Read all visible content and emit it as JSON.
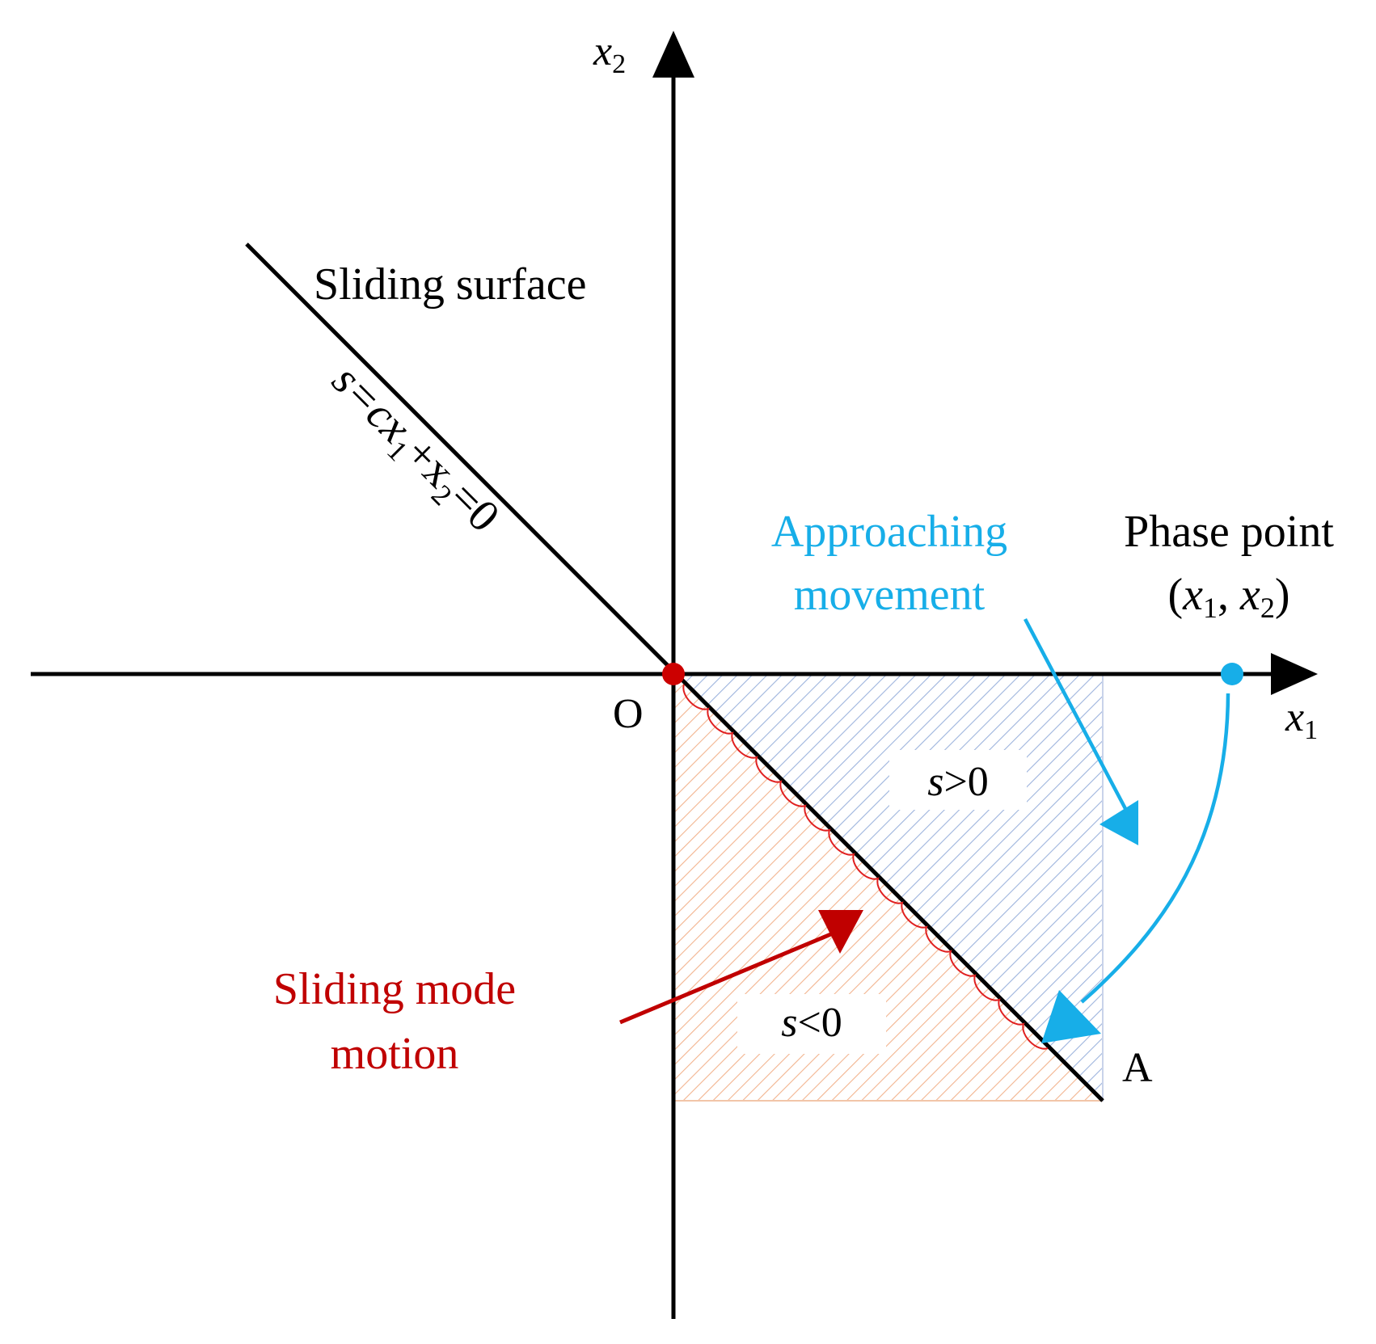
{
  "axes": {
    "x_label": {
      "base": "x",
      "sub": "1"
    },
    "y_label": {
      "base": "x",
      "sub": "2"
    },
    "origin_label": "O"
  },
  "sliding_surface": {
    "label": "Sliding surface",
    "equation": {
      "p1": "s=cx",
      "sub1": "1",
      "p2": "+x",
      "sub2": "2",
      "p3": "=0"
    }
  },
  "approaching": {
    "line1": "Approaching",
    "line2": "movement",
    "color": "#17aee8"
  },
  "phase_point": {
    "line1": "Phase point",
    "open": "(",
    "x1": "x",
    "sub1": "1",
    "comma": ", ",
    "x2": "x",
    "sub2": "2",
    "close": ")",
    "color": "#17aee8"
  },
  "regions": {
    "positive": {
      "s": "s",
      "rest": ">0",
      "color": "#9db4dd"
    },
    "negative": {
      "s": "s",
      "rest": "<0",
      "color": "#f2b48f"
    }
  },
  "sliding_mode": {
    "line1": "Sliding mode",
    "line2": "motion",
    "color": "#c00000"
  },
  "point_a_label": "A"
}
